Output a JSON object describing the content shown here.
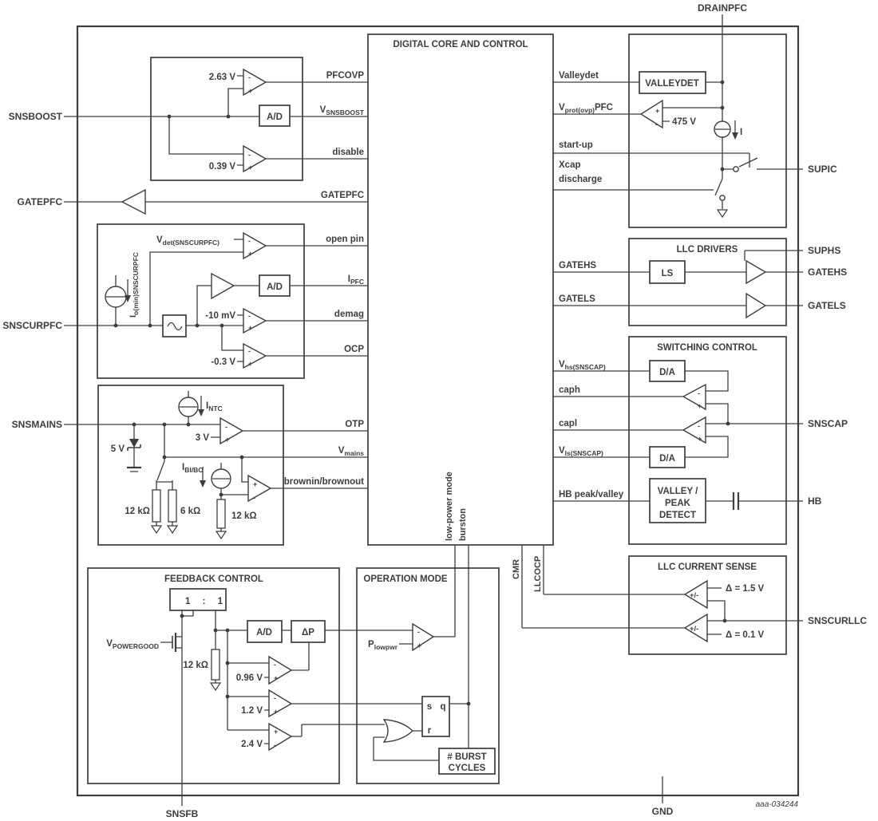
{
  "chip": {
    "code": "aaa-034244"
  },
  "pins": {
    "snsboost": "SNSBOOST",
    "gatepfc": "GATEPFC",
    "snscurpfc": "SNSCURPFC",
    "snsmains": "SNSMAINS",
    "drainpfc": "DRAINPFC",
    "supic": "SUPIC",
    "suphs": "SUPHS",
    "gatehs": "GATEHS",
    "gatels": "GATELS",
    "snscap": "SNSCAP",
    "hb": "HB",
    "snscurllc": "SNSCURLLC",
    "snsfb": "SNSFB",
    "gnd": "GND"
  },
  "blocks": {
    "core": "DIGITAL CORE AND CONTROL",
    "llc_drivers": "LLC DRIVERS",
    "switching": "SWITCHING CONTROL",
    "llc_sense": "LLC CURRENT SENSE",
    "feedback": "FEEDBACK CONTROL",
    "operation": "OPERATION MODE",
    "valleydet": "VALLEYDET",
    "ls": "LS",
    "ad": "A/D",
    "da": "D/A",
    "dp": "ΔP",
    "vpd1": "VALLEY /",
    "vpd2": "PEAK",
    "vpd3": "DETECT",
    "burst1": "# BURST",
    "burst2": "CYCLES",
    "mirror": "1 : 1",
    "ff_s": "s",
    "ff_q": "q",
    "ff_r": "r"
  },
  "core_left": {
    "pfcovp": "PFCOVP",
    "vsnsboost_main": "V",
    "vsnsboost_sub": "SNSBOOST",
    "disable": "disable",
    "gatepfc": "GATEPFC",
    "open_pin": "open pin",
    "ipfc_main": "I",
    "ipfc_sub": "PFC",
    "demag": "demag",
    "ocp": "OCP",
    "otp": "OTP",
    "vmains_main": "V",
    "vmains_sub": "mains",
    "brown": "brownin/brownout"
  },
  "core_right": {
    "valleydet": "Valleydet",
    "vprot_main": "V",
    "vprot_sub": "prot(ovp)",
    "vprot_tail": "PFC",
    "startup": "start-up",
    "xcap1": "Xcap",
    "xcap2": "discharge",
    "gatehs": "GATEHS",
    "gatels": "GATELS",
    "vhs_main": "V",
    "vhs_sub": "hs(SNSCAP)",
    "caph": "caph",
    "capl": "capl",
    "vls_main": "V",
    "vls_sub": "ls(SNSCAP)",
    "hbpv": "HB peak/valley"
  },
  "core_bottom": {
    "lpm": "low-power mode",
    "burston": "burston",
    "cmr": "CMR",
    "llcocp": "LLCOCP"
  },
  "refs": {
    "v263": "2.63 V",
    "v039": "0.39 V",
    "v": "V",
    "i": "I",
    "p": "P",
    "vdet_sub": "det(SNSCURPFC)",
    "io_sub": "o(min)SNSCURPFC",
    "m10": "-10 mV",
    "m03": "-0.3 V",
    "intc_sub": "NTC",
    "ibibo_sub": "BI/BO",
    "v3": "3 V",
    "v5": "5 V",
    "r12k": "12 kΩ",
    "r6k": "6 kΩ",
    "v475": "475 V",
    "d15": "Δ = 1.5 V",
    "d01": "Δ = 0.1 V",
    "v096": "0.96 V",
    "v12": "1.2 V",
    "v24": "2.4 V",
    "vpg_sub": "POWERGOOD",
    "plow_sub": "lowpwr",
    "pm": "+/-",
    "plus": "+",
    "minus": "-"
  }
}
